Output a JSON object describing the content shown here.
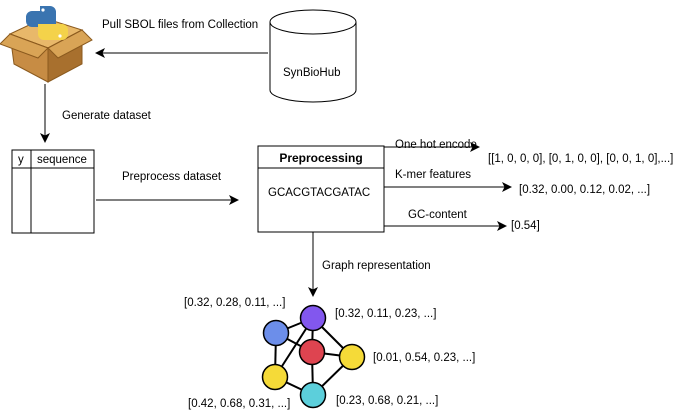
{
  "source": {
    "label": "SynBioHub"
  },
  "edges": {
    "pull": "Pull SBOL files from Collection",
    "generate": "Generate dataset",
    "preprocess": "Preprocess dataset",
    "one_hot": "One hot encode",
    "kmer": "K-mer features",
    "gc": "GC-content",
    "graph": "Graph representation"
  },
  "dataset_table": {
    "col_y": "y",
    "col_sequence": "sequence"
  },
  "preprocessing": {
    "title": "Preprocessing",
    "sequence": "GCACGTACGATAC"
  },
  "outputs": {
    "one_hot": "[[1, 0, 0, 0], [0, 1, 0, 0], [0, 0, 1, 0],...]",
    "kmer": "[0.32, 0.00, 0.12, 0.02, ...]",
    "gc": "[0.54]"
  },
  "graph": {
    "nodes": [
      {
        "id": "blue",
        "color": "#6C8EEA",
        "vector": "[0.32, 0.28, 0.11, ...]"
      },
      {
        "id": "purple",
        "color": "#8257EE",
        "vector": "[0.32, 0.11, 0.23, ...]"
      },
      {
        "id": "red",
        "color": "#DE4450",
        "vector": ""
      },
      {
        "id": "yellow-right",
        "color": "#F5DA38",
        "vector": "[0.01, 0.54, 0.23, ...]"
      },
      {
        "id": "yellow-left",
        "color": "#F5DA38",
        "vector": "[0.42, 0.68, 0.31, ...]"
      },
      {
        "id": "cyan",
        "color": "#5CCFDB",
        "vector": "[0.23, 0.68, 0.21, ...]"
      }
    ]
  },
  "colors": {
    "line": "#000000",
    "box_fill": "#f5f5f5",
    "python_blue": "#3A74B0",
    "python_yellow": "#F4D24A",
    "package_brown": "#C78C44"
  }
}
